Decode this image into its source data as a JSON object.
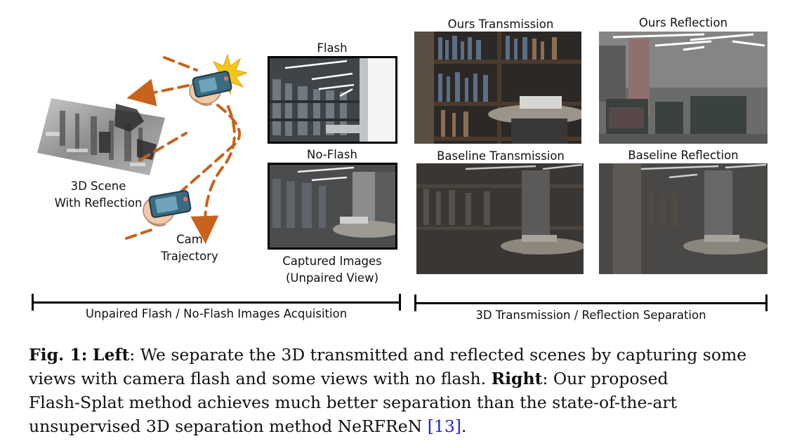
{
  "figure": {
    "left_panel": {
      "scene_label_line1": "3D Scene",
      "scene_label_line2": "With Reflection",
      "cam_label_line1": "Cam",
      "cam_label_line2": "Trajectory",
      "flash_label": "Flash",
      "noflash_label": "No-Flash",
      "captured_line1": "Captured Images",
      "captured_line2": "(Unpaired View)",
      "bottom_label": "Unpaired Flash / No-Flash Images Acquisition"
    },
    "right_panel": {
      "ours_transmission": "Ours Transmission",
      "ours_reflection": "Ours Reflection",
      "baseline_transmission": "Baseline Transmission",
      "baseline_reflection": "Baseline Reflection",
      "bottom_label": "3D Transmission / Reflection Separation"
    },
    "colors": {
      "trajectory": "#c8621c",
      "flash_burst": "#f5c51a",
      "phone": "#3b6b80",
      "hand": "#f3c9a8",
      "citation": "#2323c8"
    }
  },
  "caption": {
    "fig_label": "Fig. 1:",
    "left_label": "Left",
    "line1_rest": ": We separate the 3D transmitted and reflected scenes by capturing some",
    "line2_a": "views with camera flash and some views with no flash.",
    "right_label": "Right",
    "line2_b": ": Our proposed",
    "line3": "Flash-Splat method achieves much better separation than the state-of-the-art",
    "line4_a": "unsupervised 3D separation method NeRFReN",
    "citation": "[13]",
    "line4_end": "."
  }
}
